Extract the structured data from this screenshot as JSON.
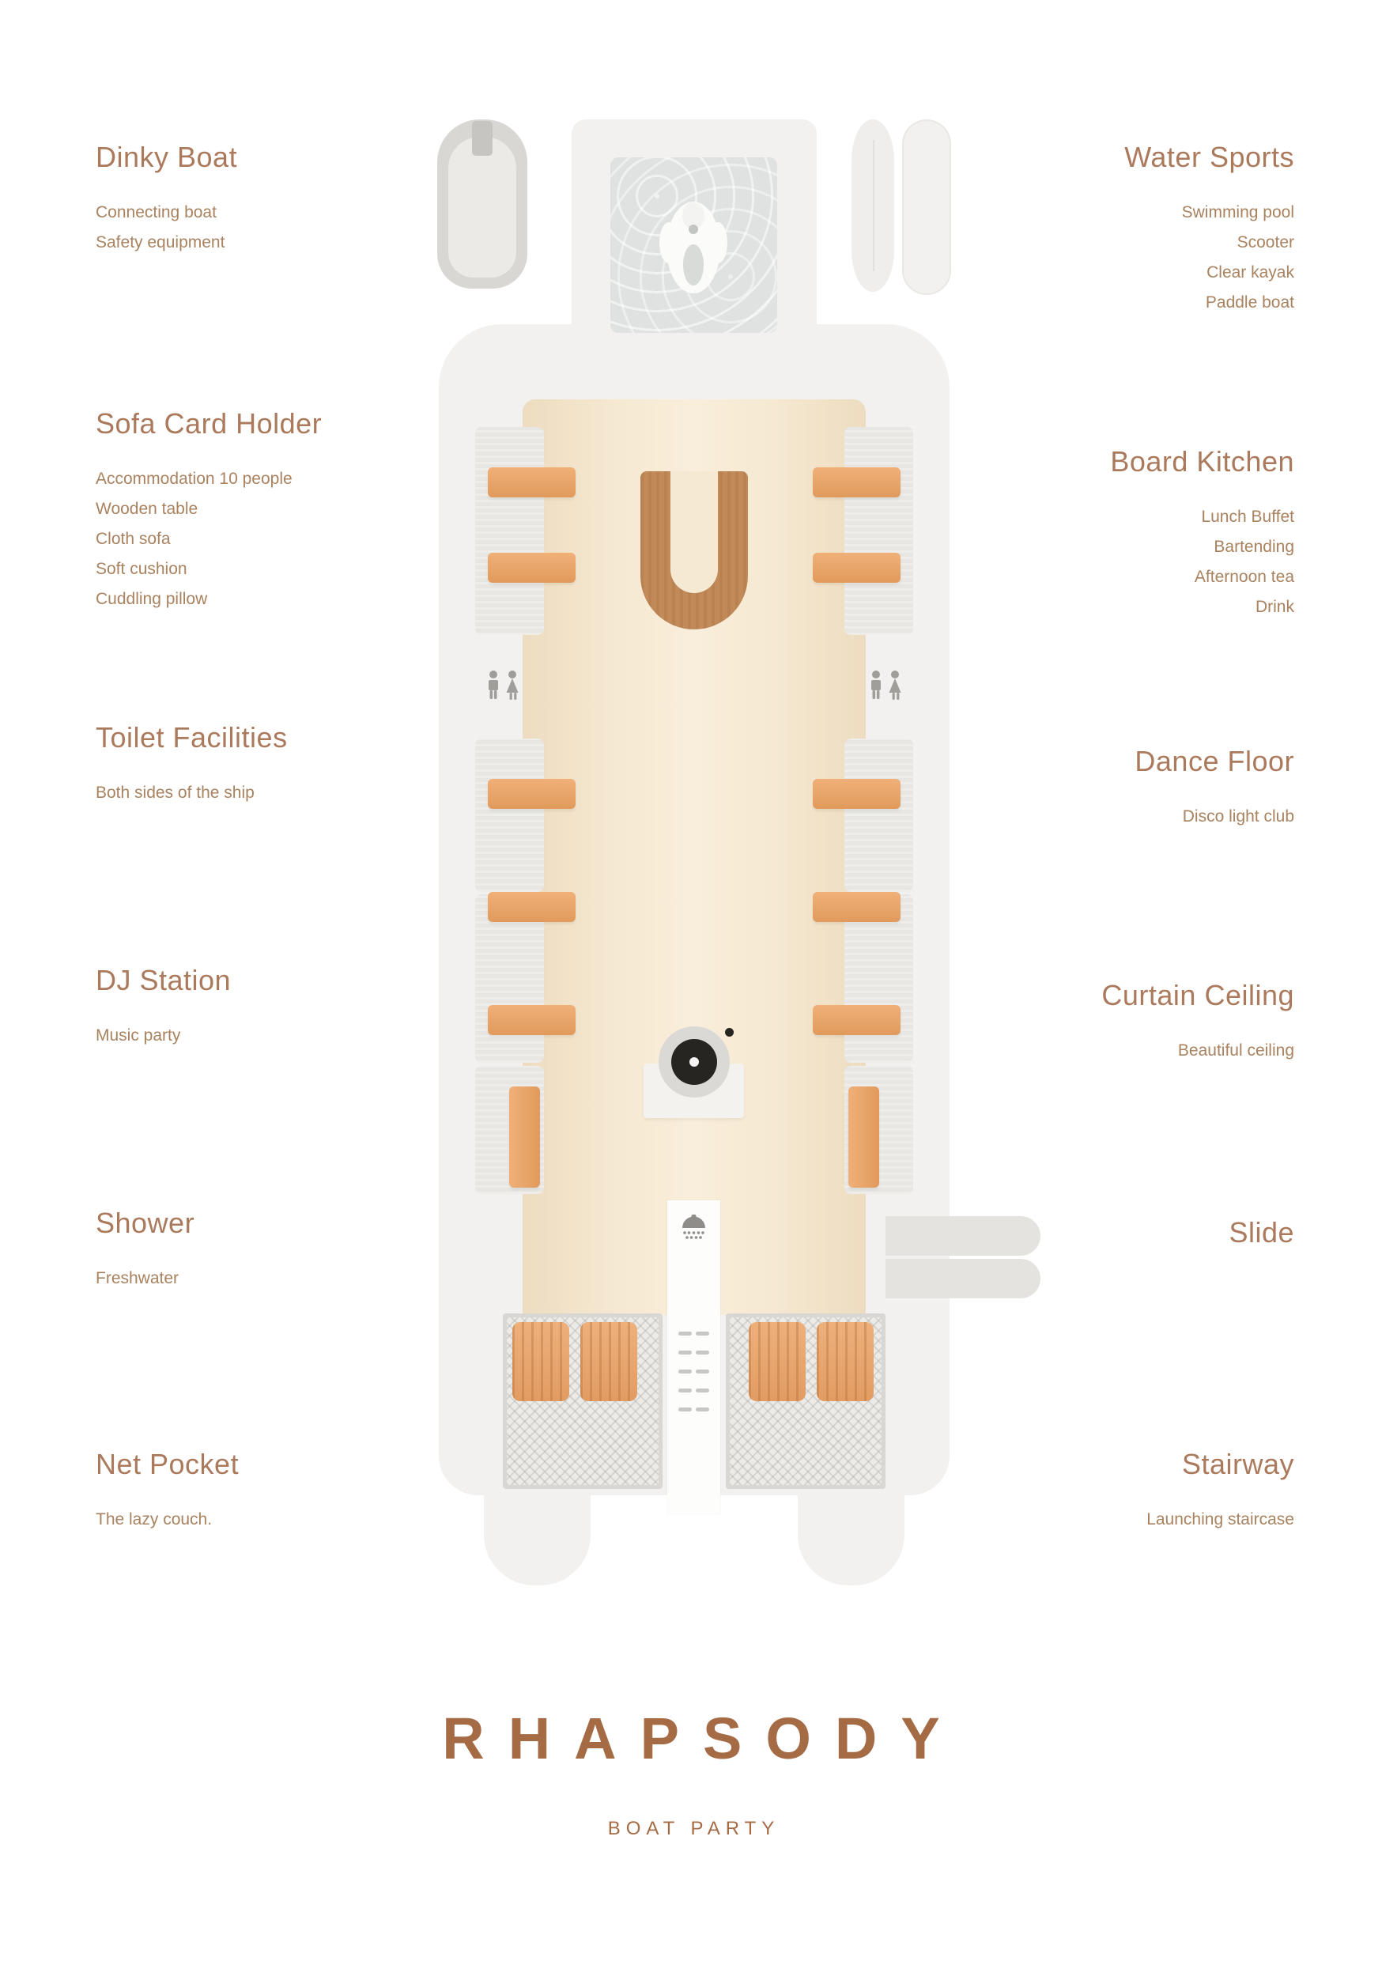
{
  "poster": {
    "title": "RHAPSODY",
    "subtitle": "BOAT PARTY"
  },
  "features": {
    "left": [
      {
        "title": "Dinky Boat",
        "lines": [
          "Connecting boat",
          "Safety equipment"
        ]
      },
      {
        "title": "Sofa Card Holder",
        "lines": [
          "Accommodation 10 people",
          "Wooden table",
          "Cloth sofa",
          "Soft cushion",
          "Cuddling pillow"
        ]
      },
      {
        "title": "Toilet Facilities",
        "lines": [
          "Both sides of the ship"
        ]
      },
      {
        "title": "DJ Station",
        "lines": [
          "Music party"
        ]
      },
      {
        "title": "Shower",
        "lines": [
          "Freshwater"
        ]
      },
      {
        "title": "Net Pocket",
        "lines": [
          "The lazy couch."
        ]
      }
    ],
    "right": [
      {
        "title": "Water Sports",
        "lines": [
          "Swimming pool",
          "Scooter",
          "Clear kayak",
          "Paddle boat"
        ]
      },
      {
        "title": "Board Kitchen",
        "lines": [
          "Lunch Buffet",
          "Bartending",
          "Afternoon tea",
          "Drink"
        ]
      },
      {
        "title": "Dance Floor",
        "lines": [
          "Disco light club"
        ]
      },
      {
        "title": "Curtain Ceiling",
        "lines": [
          "Beautiful ceiling"
        ]
      },
      {
        "title": "Slide",
        "lines": []
      },
      {
        "title": "Stairway",
        "lines": [
          "Launching staircase"
        ]
      }
    ]
  },
  "icons": {
    "jet_ski": "jet-ski-top-view",
    "male_figure": "restroom-male",
    "female_figure": "restroom-female",
    "shower_head": "shower-head-with-drops",
    "vinyl_record": "vinyl-record"
  },
  "colors": {
    "accent": "#ab7a5d",
    "title": "#a56b45",
    "deck": "#f6e9d2",
    "wood_table": "#e8a76c",
    "u_table": "#c28a58",
    "sofa": "#e7e6e2",
    "hull": "#f2f1ef"
  }
}
